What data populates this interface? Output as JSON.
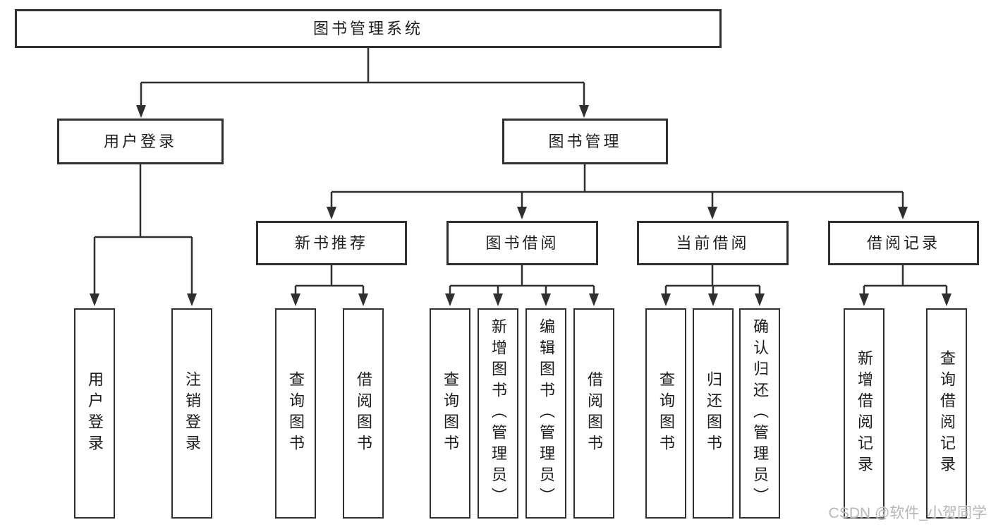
{
  "colors": {
    "line": "#2f2f2f",
    "text": "#1d1d1d",
    "background": "#ffffff",
    "watermark": "#b7b7b7"
  },
  "diagram": {
    "root": {
      "label": "图书管理系统"
    },
    "branches": [
      {
        "label": "用户登录",
        "children": [
          {
            "label": "用户登录"
          },
          {
            "label": "注销登录"
          }
        ]
      },
      {
        "label": "图书管理",
        "children": [
          {
            "label": "新书推荐",
            "children": [
              {
                "label": "查询图书"
              },
              {
                "label": "借阅图书"
              }
            ]
          },
          {
            "label": "图书借阅",
            "children": [
              {
                "label": "查询图书"
              },
              {
                "label": "新增图书（管理员）"
              },
              {
                "label": "编辑图书（管理员）"
              },
              {
                "label": "借阅图书"
              }
            ]
          },
          {
            "label": "当前借阅",
            "children": [
              {
                "label": "查询图书"
              },
              {
                "label": "归还图书"
              },
              {
                "label": "确认归还（管理员）"
              }
            ]
          },
          {
            "label": "借阅记录",
            "children": [
              {
                "label": "新增借阅记录"
              },
              {
                "label": "查询借阅记录"
              }
            ]
          }
        ]
      }
    ],
    "watermark": "CSDN @软件_小贺同学"
  }
}
